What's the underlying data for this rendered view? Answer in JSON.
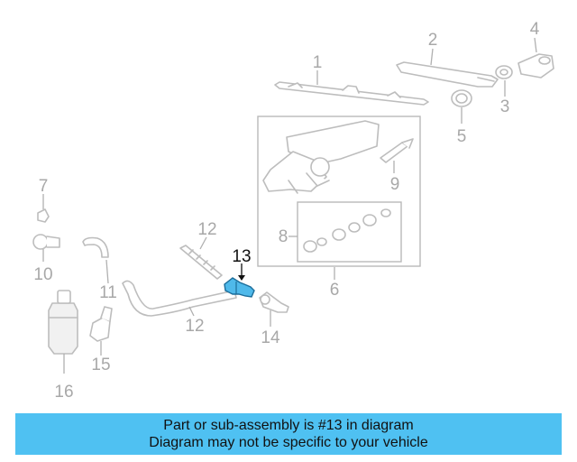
{
  "callouts": {
    "c1": "1",
    "c2": "2",
    "c3": "3",
    "c4": "4",
    "c5": "5",
    "c6": "6",
    "c7": "7",
    "c8": "8",
    "c9": "9",
    "c10": "10",
    "c11": "11",
    "c12a": "12",
    "c12b": "12",
    "c13": "13",
    "c14": "14",
    "c15": "15",
    "c16": "16"
  },
  "highlight": {
    "part": "13",
    "color": "#4fb9ea"
  },
  "banner": {
    "line1": "Part or sub-assembly is #13 in diagram",
    "line2": "Diagram may not be specific to your vehicle",
    "color": "#4fc1f2"
  }
}
